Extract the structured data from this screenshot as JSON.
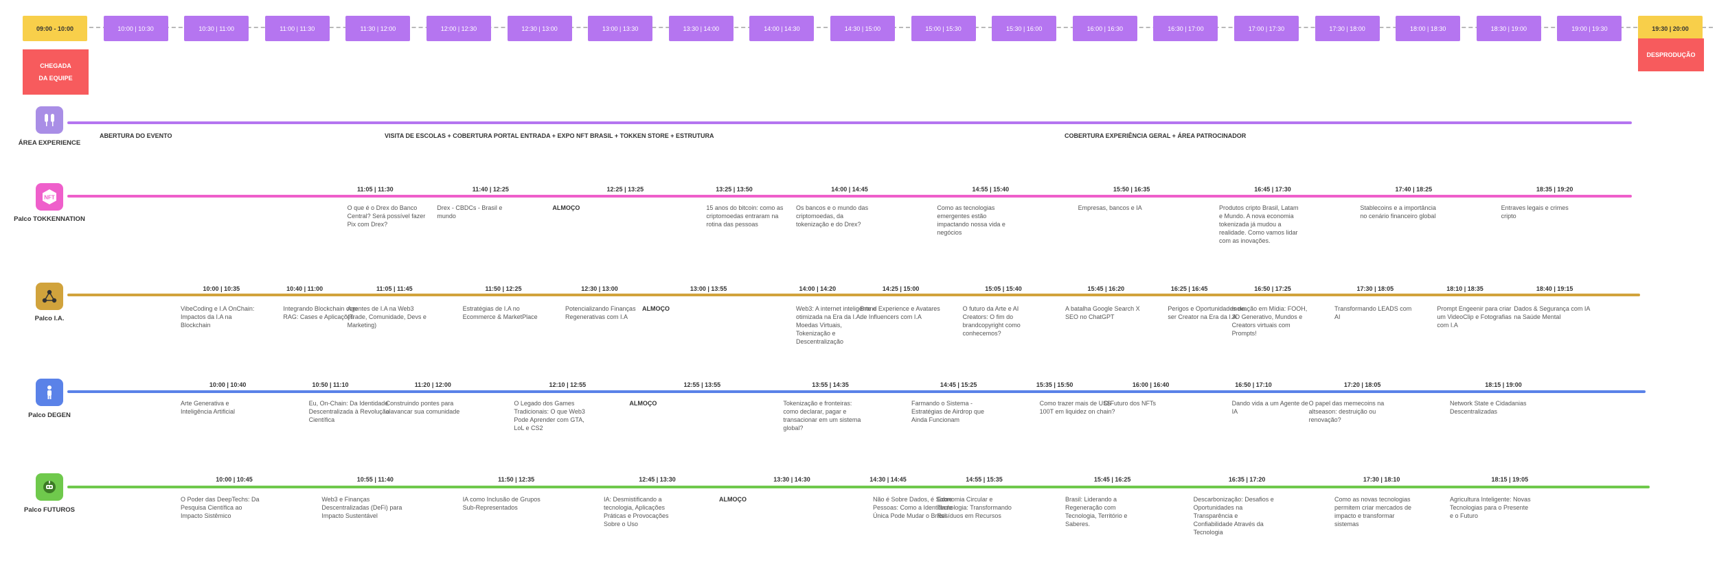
{
  "colors": {
    "purple": "#b575f0",
    "yellow": "#f8cf4a",
    "red": "#f75b5d",
    "pink": "#ef5fcb",
    "gold": "#d1a33c",
    "blue": "#5a82e8",
    "green": "#6fc94c"
  },
  "header": {
    "slots": [
      "09:00 - 10:00",
      "10:00 | 10:30",
      "10:30 | 11:00",
      "11:00 | 11:30",
      "11:30 | 12:00",
      "12:00 | 12:30",
      "12:30 | 13:00",
      "13:00 | 13:30",
      "13:30 | 14:00",
      "14:00 | 14:30",
      "14:30 | 15:00",
      "15:00 | 15:30",
      "15:30 | 16:00",
      "16:00 | 16:30",
      "16:30 | 17:00",
      "17:00 | 17:30",
      "17:30 | 18:00",
      "18:00 | 18:30",
      "18:30 | 19:00",
      "19:00 | 19:30",
      "19:30 | 20:00"
    ],
    "arrival": "CHEGADA\nDA EQUIPE",
    "teardown": "DESPRODUÇÃO"
  },
  "experience": {
    "name": "ÁREA EXPERIENCE",
    "icon": "experience-icon",
    "captions": [
      "ABERTURA DO EVENTO",
      "VISITA DE ESCOLAS + COBERTURA PORTAL ENTRADA + EXPO NFT BRASIL + TOKKEN STORE + ESTRUTURA",
      "COBERTURA EXPERIÊNCIA GERAL + ÁREA PATROCINADOR"
    ]
  },
  "stages": [
    {
      "name": "Palco TOKKENNATION",
      "icon": "nft-icon",
      "sessions": [
        {
          "time": "11:05 | 11:30",
          "title": "O que é o Drex do Banco Central? Será possível fazer Pix com Drex?"
        },
        {
          "time": "11:40 | 12:25",
          "title": "Drex - CBDCs - Brasil e mundo"
        },
        {
          "time": "12:25 | 13:25",
          "title": "ALMOÇO"
        },
        {
          "time": "13:25 | 13:50",
          "title": "15 anos do bitcoin: como as criptomoedas entraram na rotina das pessoas"
        },
        {
          "time": "14:00 | 14:45",
          "title": "Os bancos e o mundo das criptomoedas, da tokenização e do Drex?"
        },
        {
          "time": "14:55 | 15:40",
          "title": "Como as tecnologias emergentes estão impactando nossa vida e negócios"
        },
        {
          "time": "15:50 | 16:35",
          "title": "Empresas, bancos e IA"
        },
        {
          "time": "16:45 | 17:30",
          "title": "Produtos cripto Brasil, Latam e Mundo. A nova economia tokenizada já mudou a realidade. Como vamos lidar com as inovações."
        },
        {
          "time": "17:40 | 18:25",
          "title": "Stablecoins e a importância no cenário financeiro global"
        },
        {
          "time": "18:35 | 19:20",
          "title": "Entraves legais e crimes cripto"
        }
      ]
    },
    {
      "name": "Palco I.A.",
      "icon": "ai-network-icon",
      "sessions": [
        {
          "time": "10:00 | 10:35",
          "title": "VibeCoding e I.A OnChain: Impactos da I.A na Blockchain"
        },
        {
          "time": "10:40 | 11:00",
          "title": "Integrando Blockchain com RAG: Cases e Aplicações"
        },
        {
          "time": "11:05 | 11:45",
          "title": "Agentes de I.A na Web3 (Trade, Comunidade, Devs e Marketing)"
        },
        {
          "time": "11:50 | 12:25",
          "title": "Estratégias de I.A no Ecommerce & MarketPlace"
        },
        {
          "time": "12:30 | 13:00",
          "title": "Potencializando Finanças Regenerativas com I.A"
        },
        {
          "time": "13:00 | 13:55",
          "title": "ALMOÇO"
        },
        {
          "time": "14:00 | 14:20",
          "title": "Web3: A internet inteligente e otimizada na Era da I.A: Moedas Virtuais, Tokenização e Descentralização"
        },
        {
          "time": "14:25 | 15:00",
          "title": "Brand Experience e Avatares de Influencers com I.A"
        },
        {
          "time": "15:05 | 15:40",
          "title": "O futuro da Arte e AI Creators: O fim do brandcopyright como conhecemos?"
        },
        {
          "time": "15:45 | 16:20",
          "title": "A batalha Google Search X SEO no ChatGPT"
        },
        {
          "time": "16:25 | 16:45",
          "title": "Perigos e Oportunidades de ser Creator na Era da I.A"
        },
        {
          "time": "16:50 | 17:25",
          "title": "Inovação em Mídia: FOOH, 3D Generativo, Mundos e Creators virtuais com Prompts!"
        },
        {
          "time": "17:30 | 18:05",
          "title": "Transformando LEADS com AI"
        },
        {
          "time": "18:10 | 18:35",
          "title": "Prompt Engeenir para criar um VideoClip e Fotografias com I.A"
        },
        {
          "time": "18:40 | 19:15",
          "title": "Dados & Segurança com IA na Saúde Mental"
        }
      ]
    },
    {
      "name": "Palco DEGEN",
      "icon": "person-icon",
      "sessions": [
        {
          "time": "10:00 | 10:40",
          "title": "Arte Generativa e Inteligência Artificial"
        },
        {
          "time": "10:50 | 11:10",
          "title": "Eu, On-Chain: Da Identidade Descentralizada à Revolução Científica"
        },
        {
          "time": "11:20 | 12:00",
          "title": "Construindo pontes para alavancar sua comunidade"
        },
        {
          "time": "12:10 | 12:55",
          "title": "O Legado dos Games Tradicionais: O que Web3 Pode Aprender com GTA, LoL e CS2"
        },
        {
          "time": "12:55 | 13:55",
          "title": "ALMOÇO"
        },
        {
          "time": "13:55 | 14:35",
          "title": "Tokenização e fronteiras: como declarar, pagar e transacionar em um sistema global?"
        },
        {
          "time": "14:45 | 15:25",
          "title": "Farmando o Sistema - Estratégias de Airdrop que Ainda Funcionam"
        },
        {
          "time": "15:35 | 15:50",
          "title": "Como trazer mais de US$ 100T em liquidez on chain?"
        },
        {
          "time": "16:00 | 16:40",
          "title": "O Futuro dos NFTs"
        },
        {
          "time": "16:50 | 17:10",
          "title": "Dando vida a um Agente de IA"
        },
        {
          "time": "17:20 | 18:05",
          "title": "O papel das memecoins na altseason: destruição ou renovação?"
        },
        {
          "time": "18:15 | 19:00",
          "title": "Network State e Cidadanias Descentralizadas"
        }
      ]
    },
    {
      "name": "Palco FUTUROS",
      "icon": "robot-icon",
      "sessions": [
        {
          "time": "10:00 | 10:45",
          "title": "O Poder das DeepTechs: Da Pesquisa Científica ao Impacto Sistêmico"
        },
        {
          "time": "10:55 | 11:40",
          "title": "Web3 e Finanças Descentralizadas (DeFi) para Impacto Sustentável"
        },
        {
          "time": "11:50 | 12:35",
          "title": "IA como Inclusão de Grupos Sub-Representados"
        },
        {
          "time": "12:45 | 13:30",
          "title": "IA: Desmistificando a tecnologia, Aplicações Práticas e Provocações Sobre o Uso"
        },
        {
          "time": "13:30 | 14:30",
          "title": "ALMOÇO"
        },
        {
          "time": "14:30 | 14:45",
          "title": "Não é Sobre Dados, é Sobre Pessoas: Como a Identidade Única Pode Mudar o Brasil"
        },
        {
          "time": "14:55 | 15:35",
          "title": "Economia Circular e Tecnologia: Transformando Resíduos em Recursos"
        },
        {
          "time": "15:45 | 16:25",
          "title": "Brasil: Liderando a Regeneração com Tecnologia, Território e Saberes."
        },
        {
          "time": "16:35 | 17:20",
          "title": "Descarbonização: Desafios e Oportunidades na Transparência e Confiabilidade Através da Tecnologia"
        },
        {
          "time": "17:30 | 18:10",
          "title": "Como as novas tecnologias permitem criar mercados de impacto e transformar sistemas"
        },
        {
          "time": "18:15 | 19:05",
          "title": "Agricultura Inteligente: Novas Tecnologias para o Presente e o Futuro"
        }
      ]
    }
  ]
}
